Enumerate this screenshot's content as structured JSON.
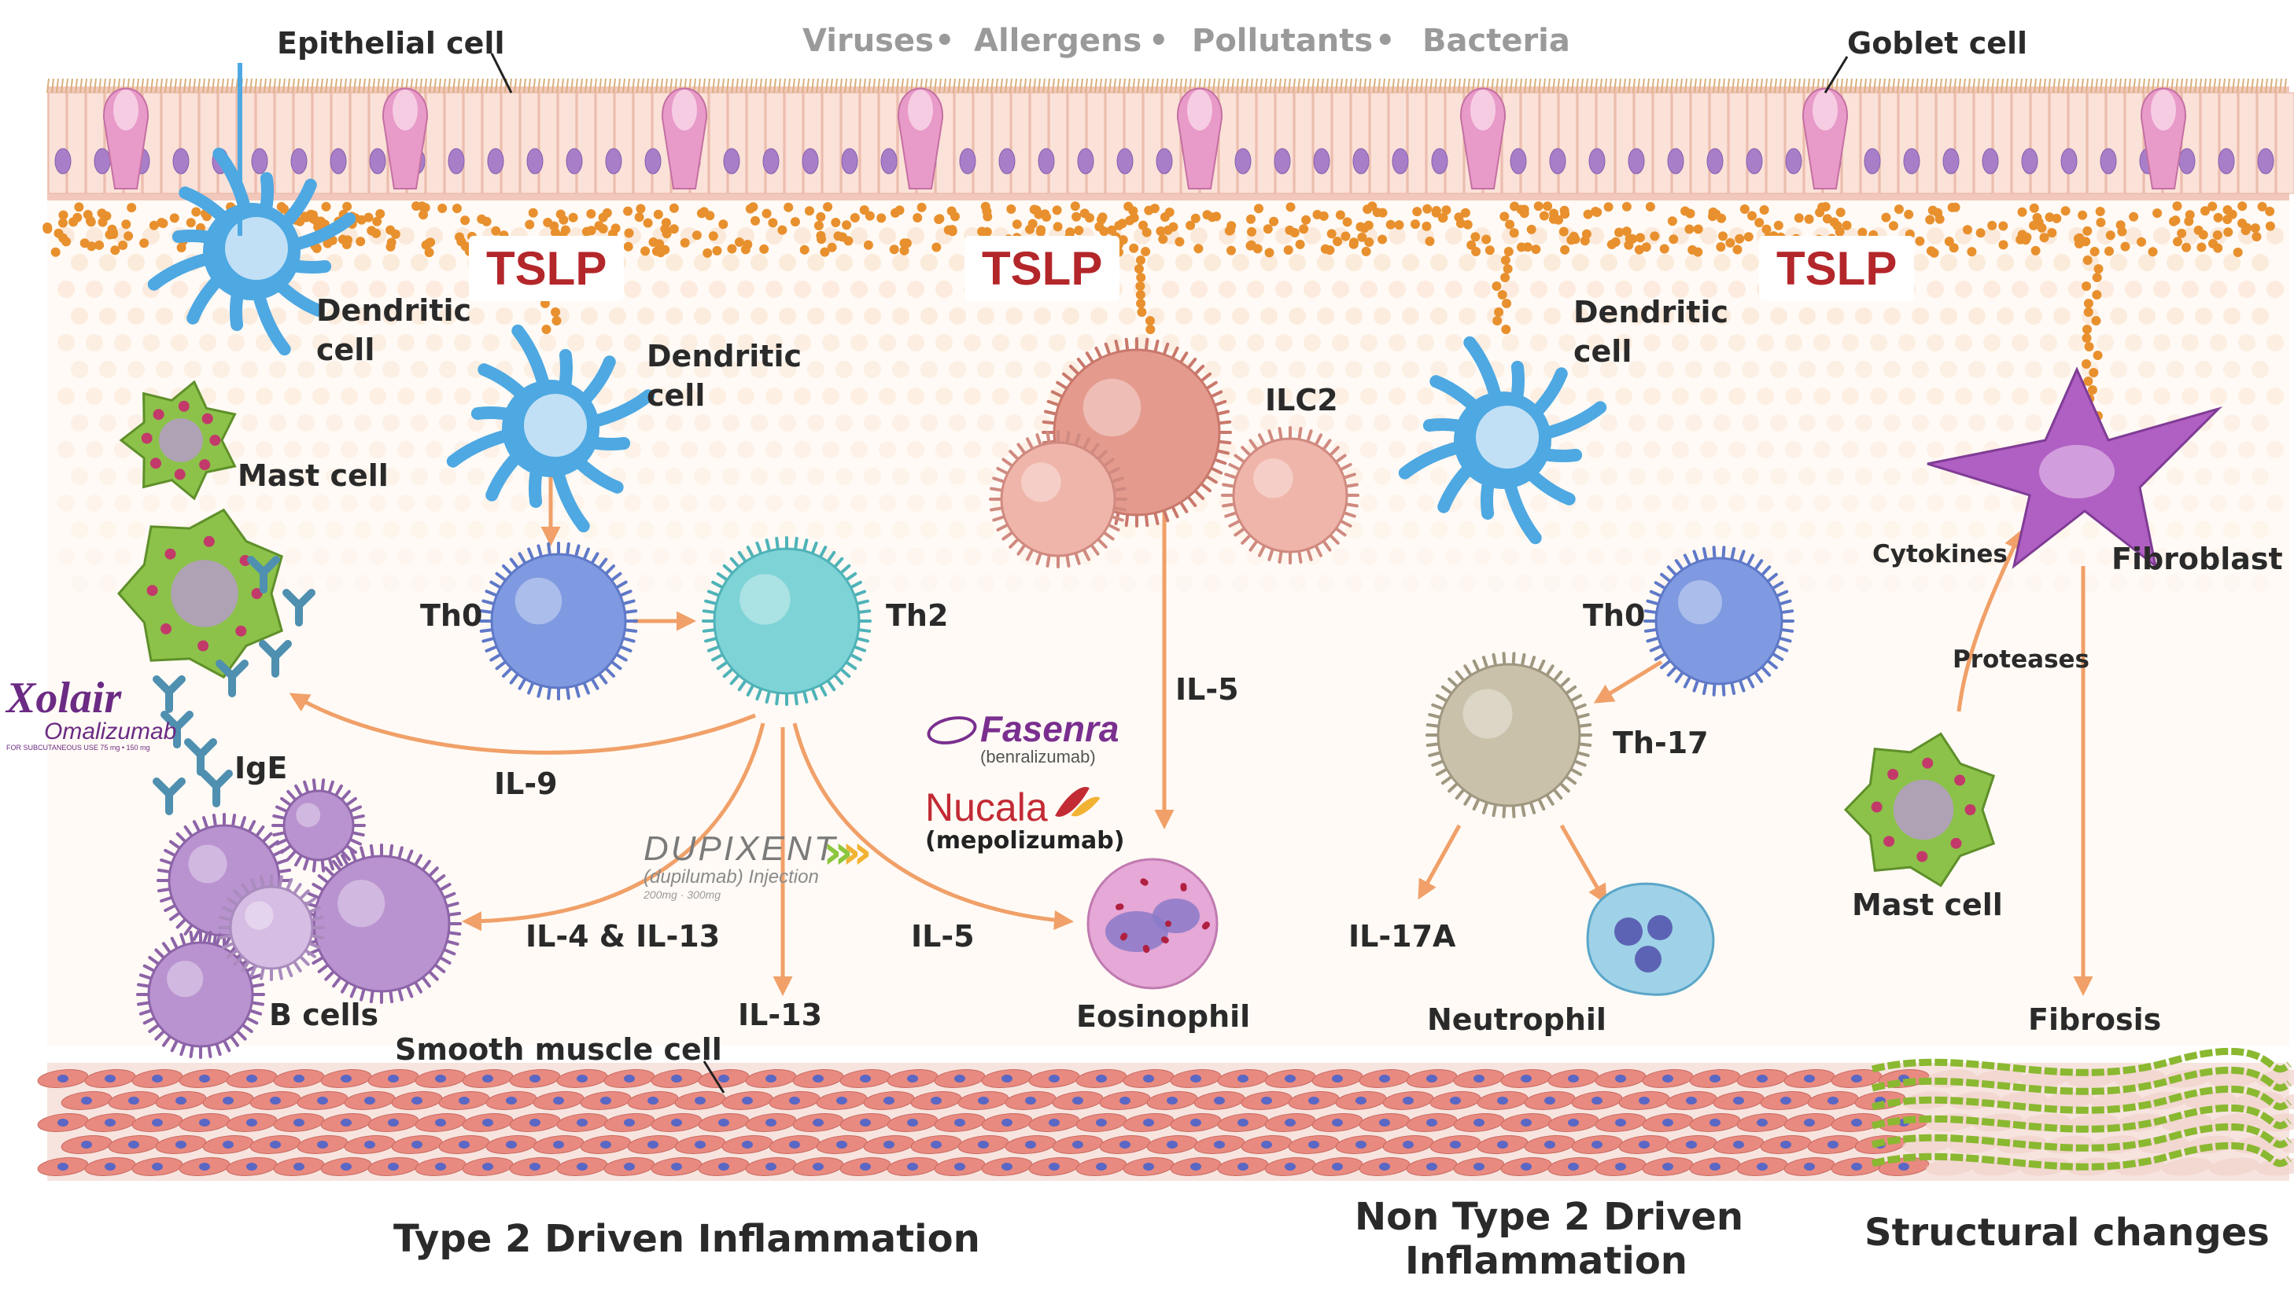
{
  "colors": {
    "arrow": "#f0a068",
    "tslp": "#b3262a",
    "label": "#2a2a2a",
    "stimulus_text": "#9a9a9a",
    "epithelium": "#f3c8bc",
    "goblet": "#e89ac8",
    "nucleus": "#a87ec9",
    "dot": "#e8902e",
    "muscle": "#e88a80",
    "dendritic": "#4ea8e2",
    "mast": "#8cc24a",
    "th0": "#7f9ae0",
    "th2": "#7ed3d6",
    "ilc2": "#e59a8e",
    "th17": "#c9c1aa",
    "bcell": "#b993cf",
    "eosinophil": "#e6a8d6",
    "neutrophil": "#9fd2e8",
    "fibroblast": "#b05fc3",
    "fibrosis": "#8ab830",
    "ige": "#4f8fb0"
  },
  "top": {
    "stimuli": [
      "Viruses",
      "Allergens",
      "Pollutants",
      "Bacteria"
    ],
    "separator": "•",
    "epithelial_cell": "Epithelial cell",
    "goblet_cell": "Goblet cell"
  },
  "tslp": [
    "TSLP",
    "TSLP",
    "TSLP"
  ],
  "cells": {
    "dendritic_1": [
      "Dendritic",
      "cell"
    ],
    "dendritic_2": [
      "Dendritic",
      "cell"
    ],
    "dendritic_3": [
      "Dendritic",
      "cell"
    ],
    "mast_cell": "Mast cell",
    "th0": "Th0",
    "th2": "Th2",
    "ilc2": "ILC2",
    "th0_right": "Th0",
    "th17": "Th-17",
    "fibroblast": "Fibroblast",
    "ige": "IgE",
    "b_cells": "B cells",
    "eosinophil": "Eosinophil",
    "neutrophil": "Neutrophil",
    "mast_cell_right": "Mast cell",
    "fibrosis": "Fibrosis",
    "smooth_muscle_cell": "Smooth muscle cell"
  },
  "mediators": {
    "il9": "IL-9",
    "il4_il13": "IL-4 & IL-13",
    "il13": "IL-13",
    "il5_left": "IL-5",
    "il5_ilc2": "IL-5",
    "il17a": "IL-17A",
    "cytokines": "Cytokines",
    "proteases": "Proteases"
  },
  "brands": {
    "xolair": {
      "name": "Xolair",
      "generic": "Omalizumab",
      "note": "FOR SUBCUTANEOUS USE 75 mg • 150 mg"
    },
    "fasenra": {
      "name": "Fasenra",
      "generic": "(benralizumab)"
    },
    "nucala": {
      "name": "Nucala",
      "generic": "(mepolizumab)"
    },
    "dupixent": {
      "name": "DUPIXENT",
      "generic": "(dupilumab) Injection",
      "doses": "200mg · 300mg"
    }
  },
  "sections": {
    "type2": "Type 2 Driven Inflammation",
    "non_type2": [
      "Non Type 2 Driven",
      "Inflammation"
    ],
    "structural": "Structural changes"
  }
}
